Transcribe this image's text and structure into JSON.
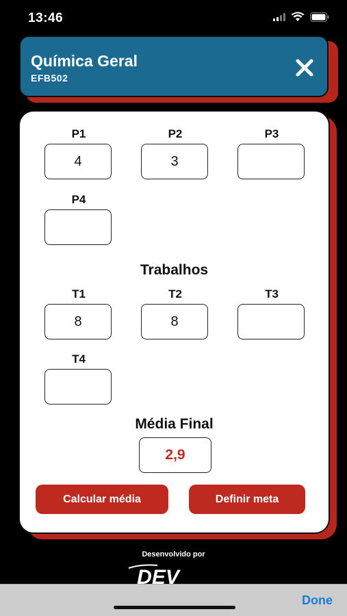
{
  "status_bar": {
    "time": "13:46"
  },
  "header": {
    "title": "Química Geral",
    "code": "EFB502",
    "close_icon": "close-icon",
    "card_color": "#1b6a92",
    "shadow_color": "#b7261d"
  },
  "provas": [
    {
      "label": "P1",
      "value": "4"
    },
    {
      "label": "P2",
      "value": "3"
    },
    {
      "label": "P3",
      "value": ""
    },
    {
      "label": "P4",
      "value": ""
    }
  ],
  "trabalhos": {
    "title": "Trabalhos",
    "items": [
      {
        "label": "T1",
        "value": "8"
      },
      {
        "label": "T2",
        "value": "8"
      },
      {
        "label": "T3",
        "value": ""
      },
      {
        "label": "T4",
        "value": ""
      }
    ]
  },
  "media_final": {
    "label": "Média Final",
    "value": "2,9",
    "value_color": "#c42a22"
  },
  "buttons": {
    "calcular": "Calcular média",
    "definir": "Definir meta",
    "color": "#bf2a20"
  },
  "footer": {
    "developed_by": "Desenvolvido por",
    "logo_text": "DEV"
  },
  "keyboard_toolbar": {
    "done": "Done"
  }
}
